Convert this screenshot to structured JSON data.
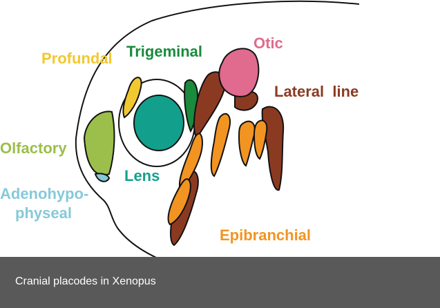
{
  "labels": {
    "profundal": "Profundal",
    "trigeminal": "Trigeminal",
    "otic": "Otic",
    "lateral_line": "Lateral  line",
    "olfactory": "Olfactory",
    "lens": "Lens",
    "adeno_line1": "Adenohypo-",
    "adeno_line2": "physeal",
    "epibranchial": "Epibranchial"
  },
  "caption": "Cranial placodes in Xenopus",
  "colors": {
    "profundal": "#f2c830",
    "trigeminal": "#1a8a3c",
    "otic": "#e06b8e",
    "lateral_line": "#8b3a22",
    "olfactory": "#9bbf4a",
    "lens": "#12a08c",
    "adenohypophyseal": "#86c9d9",
    "epibranchial": "#f29422",
    "caption_bar": "#595959"
  }
}
